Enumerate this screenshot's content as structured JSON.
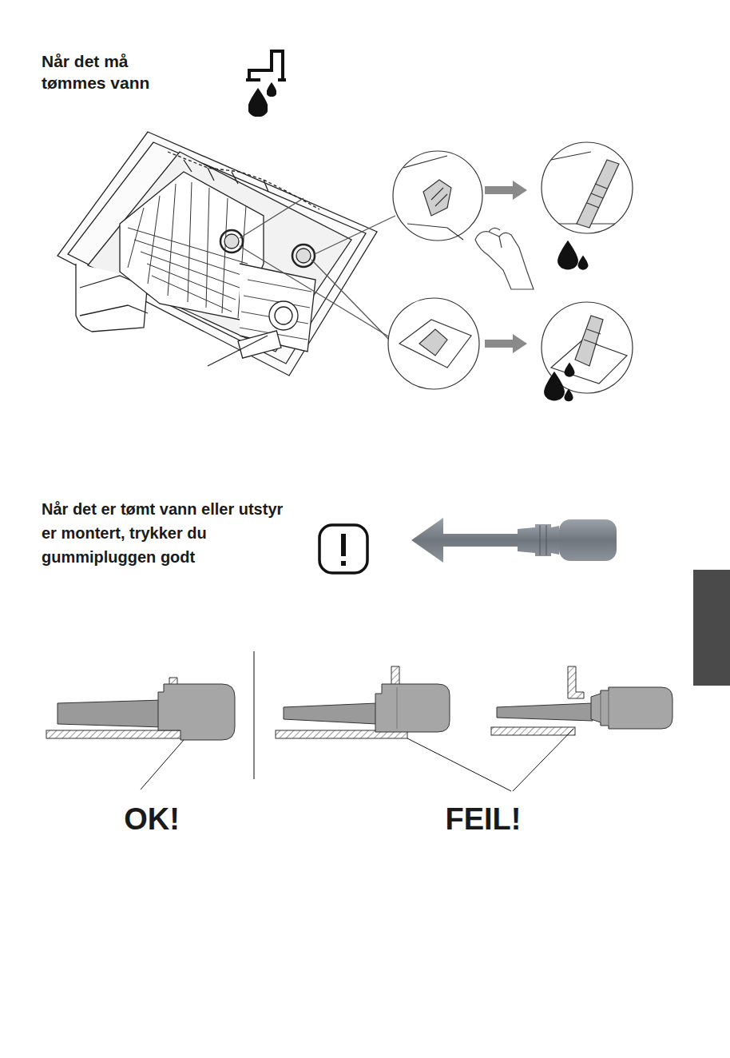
{
  "diagram": {
    "title": "Når det må tømmes vann",
    "labels": [
      "Når det er tømt vann eller utstyr er montert, trykker du gummipluggen godt",
      "OK!",
      "FEIL!"
    ]
  }
}
